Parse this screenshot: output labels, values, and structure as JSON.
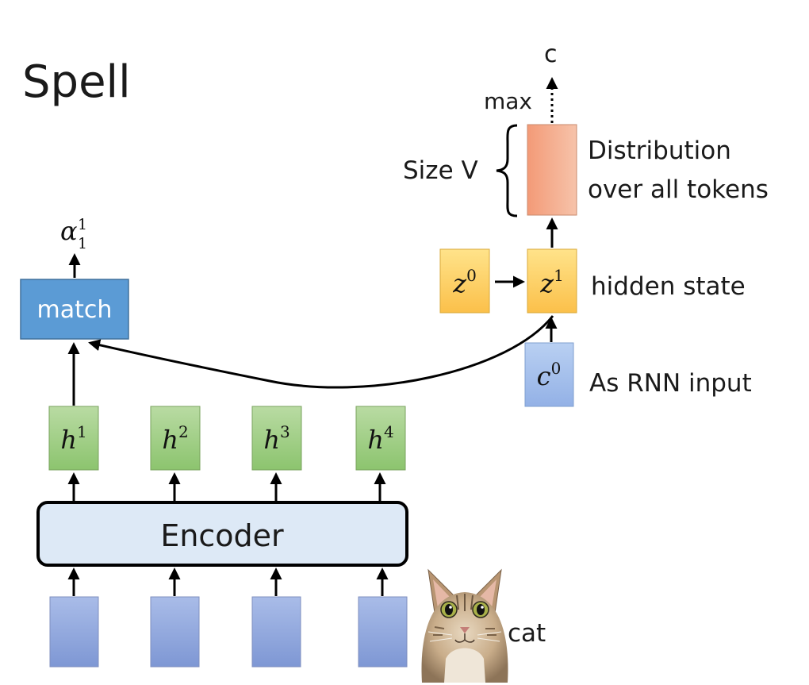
{
  "title": "Spell",
  "match": {
    "label": "match",
    "output_symbol": "α",
    "output_sub": "1",
    "output_sup": "1"
  },
  "encoder": {
    "label": "Encoder"
  },
  "hidden_vectors": [
    {
      "symbol": "h",
      "sup": "1"
    },
    {
      "symbol": "h",
      "sup": "2"
    },
    {
      "symbol": "h",
      "sup": "3"
    },
    {
      "symbol": "h",
      "sup": "4"
    }
  ],
  "decoder": {
    "z0": {
      "symbol": "z",
      "sup": "0"
    },
    "z1": {
      "symbol": "z",
      "sup": "1"
    },
    "c0": {
      "symbol": "c",
      "sup": "0"
    },
    "hidden_state_label": "hidden state",
    "rnn_input_label": "As RNN input",
    "distribution_label_line1": "Distribution",
    "distribution_label_line2": "over all tokens",
    "size_label": "Size V",
    "max_label": "max",
    "output_token": "c"
  },
  "cat_label": "cat",
  "colors": {
    "match_fill": "#5b9bd5",
    "hidden_fill": "#a9d18e",
    "z_fill": "#ffd966",
    "c0_fill": "#a4c2f4",
    "input_fill": "#8faadc",
    "distribution_fill": "#f4a582",
    "encoder_fill": "#dbe8f5"
  }
}
